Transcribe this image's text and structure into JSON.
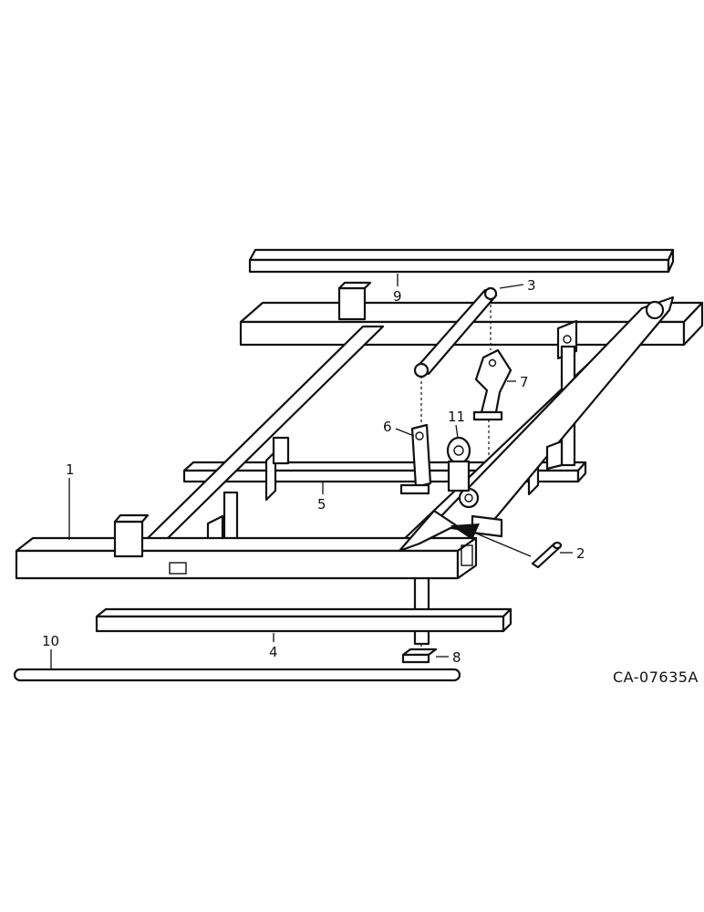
{
  "diagram": {
    "reference_code": "CA-07635A",
    "callouts": [
      {
        "id": "1",
        "label": "1"
      },
      {
        "id": "2",
        "label": "2"
      },
      {
        "id": "3",
        "label": "3"
      },
      {
        "id": "4",
        "label": "4"
      },
      {
        "id": "5",
        "label": "5"
      },
      {
        "id": "6",
        "label": "6"
      },
      {
        "id": "7",
        "label": "7"
      },
      {
        "id": "8",
        "label": "8"
      },
      {
        "id": "9",
        "label": "9"
      },
      {
        "id": "10",
        "label": "10"
      },
      {
        "id": "11",
        "label": "11"
      }
    ]
  }
}
